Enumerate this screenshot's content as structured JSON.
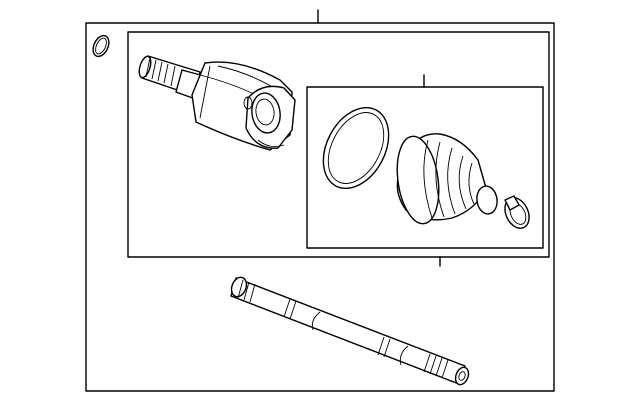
{
  "diagram": {
    "type": "exploded-parts-diagram",
    "parts": [
      {
        "id": "outer-frame",
        "icon": "assembly-frame"
      },
      {
        "id": "o-ring",
        "icon": "o-ring-icon"
      },
      {
        "id": "joint-assembly",
        "icon": "cv-joint-icon"
      },
      {
        "id": "boot-kit",
        "icon": "boot-kit-icon"
      },
      {
        "id": "snap-ring",
        "icon": "snap-ring-icon"
      },
      {
        "id": "boot",
        "icon": "cv-boot-icon"
      },
      {
        "id": "clamp",
        "icon": "boot-clamp-icon"
      },
      {
        "id": "axle-shaft",
        "icon": "axle-shaft-icon"
      }
    ]
  }
}
